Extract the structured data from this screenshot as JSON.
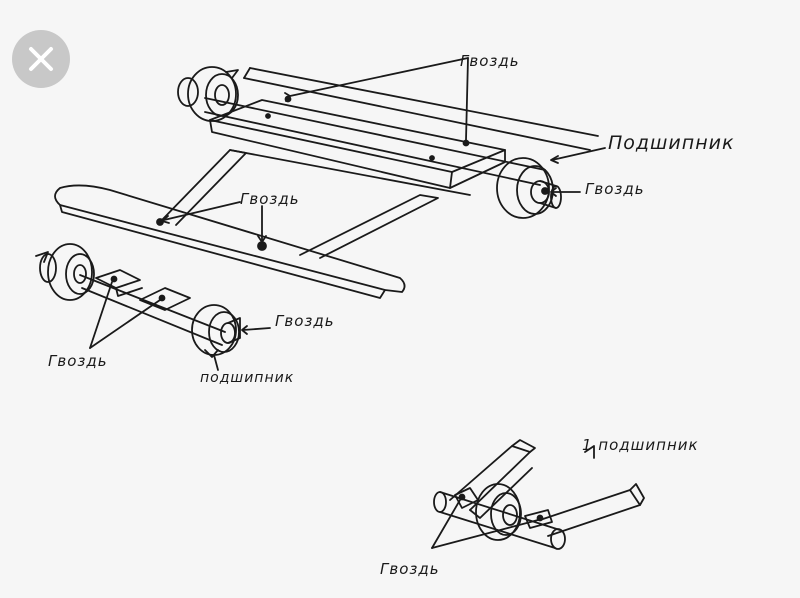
{
  "close": {
    "icon": "close-icon",
    "color": "#c8c8c8"
  },
  "labels": {
    "nail_top": "Гвоздь",
    "bearing_right": "Подшипник",
    "nail_right": "Гвоздь",
    "nail_middle": "Гвоздь",
    "nail_left": "Гвоздь",
    "nail_front": "Гвоздь",
    "bearing_front": "подшипник",
    "bearing_detail": "1 подшипник",
    "nail_detail": "Гвоздь"
  },
  "colors": {
    "ink": "#1a1a1a",
    "paper": "#f6f6f6"
  }
}
